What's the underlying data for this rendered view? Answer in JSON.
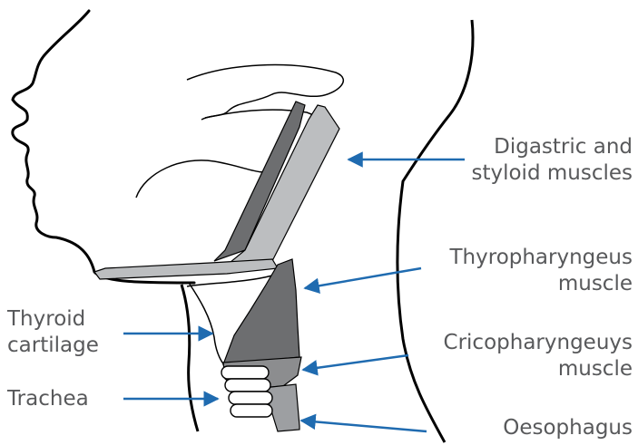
{
  "colors": {
    "outline": "#000000",
    "muscle_dark": "#6d6e70",
    "muscle_mid": "#8c8d8f",
    "muscle_light": "#bcbec0",
    "arrow": "#1f6bb0",
    "label_text": "#58595b"
  },
  "labels": {
    "digastric": {
      "line1": "Digastric and",
      "line2": "styloid muscles"
    },
    "thyropharyngeus": {
      "line1": "Thyropharyngeus",
      "line2": "muscle"
    },
    "cricopharyngeus": {
      "line1": "Cricopharyngeuys",
      "line2": "muscle"
    },
    "oesophagus": {
      "line1": "Oesophagus"
    },
    "thyroid": {
      "line1": "Thyroid",
      "line2": "cartilage"
    },
    "trachea": {
      "line1": "Trachea"
    }
  }
}
